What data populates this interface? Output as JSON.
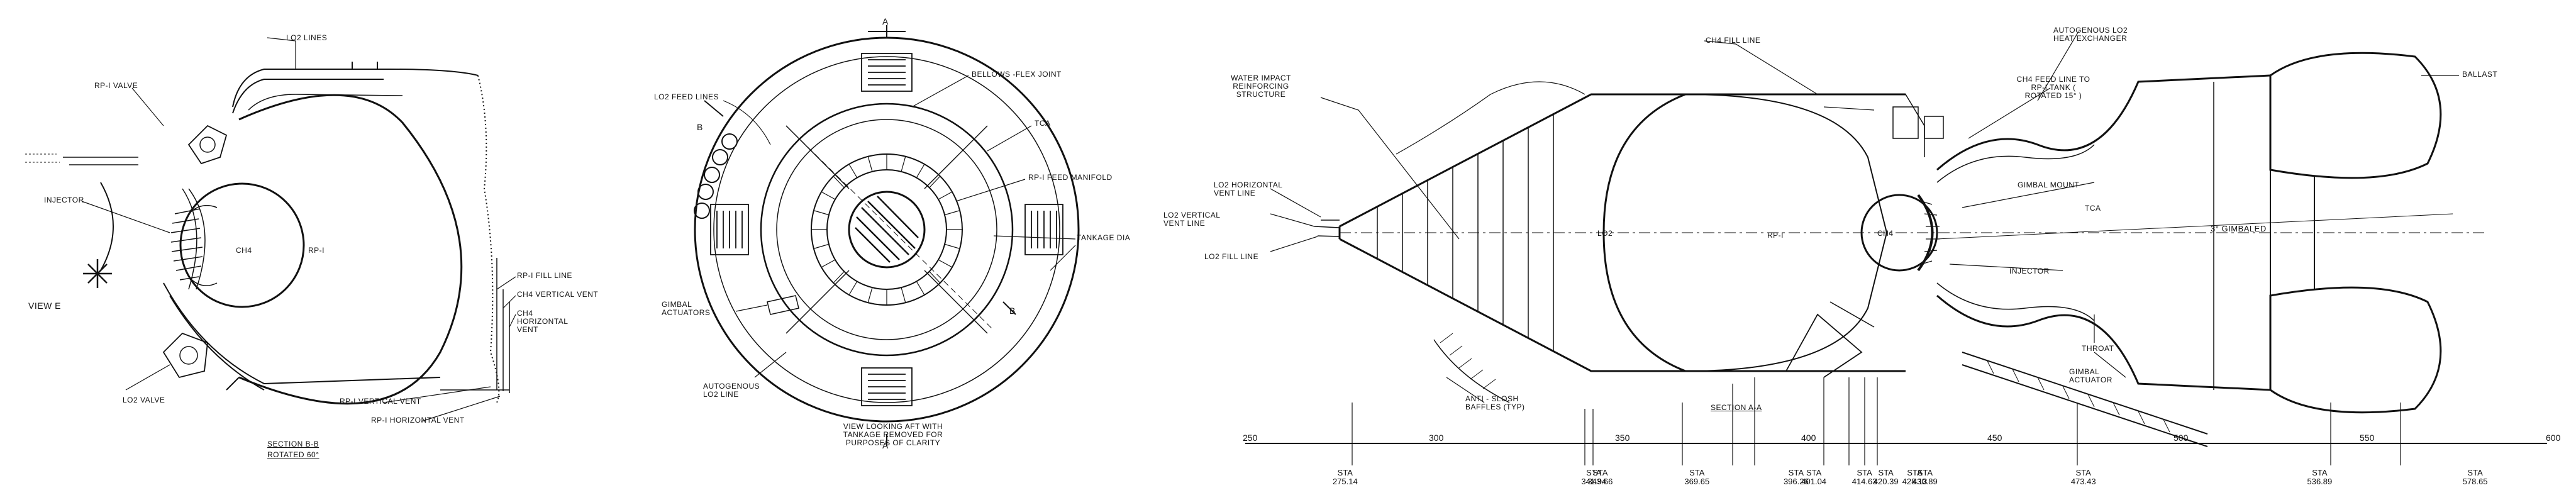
{
  "panel_left": {
    "labels": {
      "lo2_lines": "LO2 LINES",
      "rp1_valve": "RP-I VALVE",
      "injector": "INJECTOR",
      "ch4": "CH4",
      "rp1": "RP-I",
      "view_e": "VIEW E",
      "lo2_valve": "LO2 VALVE",
      "rp1_fill_line": "RP-I FILL LINE",
      "ch4_vertical_vent": "CH4 VERTICAL VENT",
      "ch4_horizontal_vent": "CH4 HORIZONTAL VENT",
      "rp1_vertical_vent": "RP-I VERTICAL VENT",
      "rp1_horizontal_vent": "RP-I HORIZONTAL VENT",
      "section_title": "SECTION B-B",
      "section_sub": "ROTATED 60°"
    }
  },
  "panel_mid": {
    "labels": {
      "a_top": "A",
      "b_left": "B",
      "lo2_feed_lines": "LO2 FEED LINES",
      "bellows": "BELLOWS -FLEX JOINT",
      "tca": "TCA",
      "rp1_feed_manifold": "RP-I FEED MANIFOLD",
      "tankage_dia": "TANKAGE DIA",
      "gimbal_actuators": "GIMBAL ACTUATORS",
      "autogenous_lo2_line": "AUTOGENOUS LO2 LINE",
      "b_right": "B",
      "a_bottom": "A",
      "caption": "VIEW LOOKING AFT WITH TANKAGE REMOVED FOR PURPOSES OF CLARITY"
    }
  },
  "panel_right": {
    "labels": {
      "ch4_fill_line": "CH4 FILL LINE",
      "water_impact": "WATER IMPACT REINFORCING STRUCTURE",
      "lo2_horizontal_vent": "LO2 HORIZONTAL VENT LINE",
      "lo2_vertical_vent": "LO2 VERTICAL VENT LINE",
      "lo2_fill_line": "LO2 FILL LINE",
      "lo2_tank": "LO2",
      "rp1_tank": "RP-I",
      "ch4_tank": "CH4",
      "autogenous_heat_exchanger": "AUTOGENOUS LO2 HEAT EXCHANGER",
      "ch4_feed_line": "CH4 FEED LINE TO RP-I TANK ( ROTATED 15° )",
      "gimbal_mount": "GIMBAL MOUNT",
      "tca": "TCA",
      "gimbaled": "3° GIMBALED",
      "ballast": "BALLAST",
      "injector": "INJECTOR",
      "throat": "THROAT",
      "gimbal_actuator": "GIMBAL ACTUATOR",
      "anti_slosh": "ANTI - SLOSH BAFFLES (TYP)",
      "section_a": "SECTION A-A"
    },
    "scale_ticks": [
      "250",
      "300",
      "350",
      "400",
      "450",
      "500",
      "550",
      "600"
    ],
    "stations": [
      {
        "sta": "STA",
        "val": "275.14"
      },
      {
        "sta": "STA",
        "val": "341.94"
      },
      {
        "sta": "STA",
        "val": "343.66"
      },
      {
        "sta": "STA",
        "val": "369.65"
      },
      {
        "sta": "STA",
        "val": "396.26"
      },
      {
        "sta": "STA",
        "val": "401.04"
      },
      {
        "sta": "STA",
        "val": "414.63"
      },
      {
        "sta": "STA",
        "val": "420.39"
      },
      {
        "sta": "STA",
        "val": "428.13"
      },
      {
        "sta": "STA",
        "val": "430.89"
      },
      {
        "sta": "STA",
        "val": "473.43"
      },
      {
        "sta": "STA",
        "val": "536.89"
      },
      {
        "sta": "STA",
        "val": "578.65"
      }
    ]
  }
}
